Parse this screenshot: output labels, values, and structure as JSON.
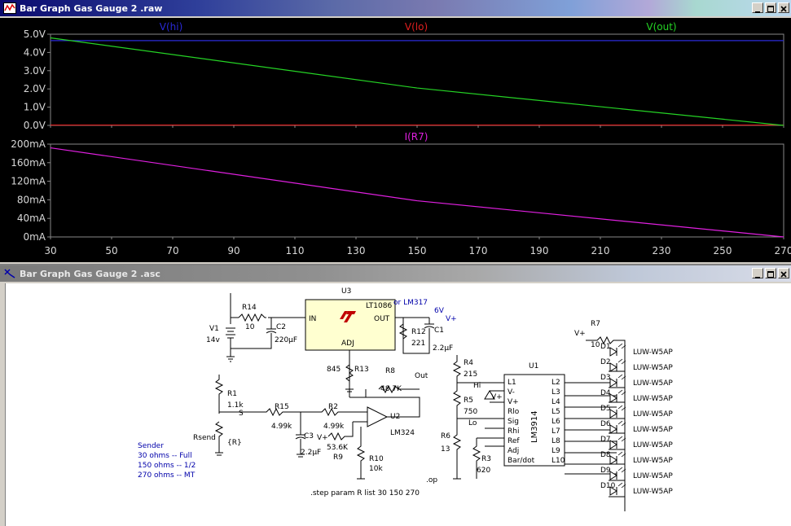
{
  "waveform_window": {
    "title": "Bar Graph Gas Gauge 2 .raw",
    "pane1": {
      "traces": [
        {
          "label": "V(hi)",
          "color": "#2a2ad8"
        },
        {
          "label": "V(lo)",
          "color": "#e01f1f"
        },
        {
          "label": "V(out)",
          "color": "#25d425"
        }
      ],
      "yticks": [
        "5.0V",
        "4.0V",
        "3.0V",
        "2.0V",
        "1.0V",
        "0.0V"
      ]
    },
    "pane2": {
      "traces": [
        {
          "label": "I(R7)",
          "color": "#e020e0"
        }
      ],
      "yticks": [
        "200mA",
        "160mA",
        "120mA",
        "80mA",
        "40mA",
        "0mA"
      ]
    },
    "xticks": [
      "30",
      "50",
      "70",
      "90",
      "110",
      "130",
      "150",
      "170",
      "190",
      "210",
      "230",
      "250",
      "270"
    ]
  },
  "chart_data": [
    {
      "type": "line",
      "title": "",
      "xlabel": "",
      "ylabel": "",
      "xlim": [
        30,
        270
      ],
      "ylim": [
        0,
        5
      ],
      "series": [
        {
          "name": "V(hi)",
          "x": [
            30,
            270
          ],
          "values": [
            4.65,
            4.65
          ]
        },
        {
          "name": "V(lo)",
          "x": [
            30,
            270
          ],
          "values": [
            0.02,
            0.02
          ]
        },
        {
          "name": "V(out)",
          "x": [
            30,
            150,
            270
          ],
          "values": [
            4.8,
            2.05,
            0.0
          ]
        }
      ]
    },
    {
      "type": "line",
      "title": "",
      "xlabel": "",
      "ylabel": "",
      "xlim": [
        30,
        270
      ],
      "ylim": [
        0,
        200
      ],
      "series": [
        {
          "name": "I(R7)",
          "x": [
            30,
            150,
            270
          ],
          "values": [
            192,
            78,
            0
          ]
        }
      ]
    }
  ],
  "schematic_window": {
    "title": "Bar Graph Gas Gauge 2 .asc",
    "labels": {
      "u3": "U3",
      "lt1086": "LT1086",
      "or_lm317": "or LM317",
      "in": "IN",
      "out_pin": "OUT",
      "adj_pin": "ADJ",
      "six_v": "6V",
      "vplus": "V+",
      "r14": "R14",
      "r14v": "10",
      "v1": "V1",
      "v1v": "14v",
      "c2": "C2",
      "c2v": "220µF",
      "r12": "R12",
      "r12v": "221",
      "c1": "C1",
      "c1v": "2.2µF",
      "r13": "R13",
      "r13v": "845",
      "r8": "R8",
      "r8v": "48.7K",
      "out_net": "Out",
      "r1": "R1",
      "r1v": "1.1k",
      "s_net": "S",
      "rsend": "Rsend",
      "rsendv": "{R}",
      "r15": "R15",
      "r15v": "4.99k",
      "r2": "R2",
      "r2v": "4.99k",
      "c3": "C3",
      "c3v": "2.2µF",
      "u2": "U2",
      "lm324": "LM324",
      "vplus2": "V+",
      "r9v": "53.6K",
      "r9": "R9",
      "r10": "R10",
      "r10v": "10k",
      "sender": "Sender",
      "s1": "30 ohms -- Full",
      "s2": "150 ohms -- 1/2",
      "s3": "270 ohms -- MT",
      "op": ".op",
      "step": ".step param R list 30 150 270",
      "r4": "R4",
      "r4v": "215",
      "hi": "Hi",
      "r5": "R5",
      "r5v": "750",
      "lo": "Lo",
      "r6": "R6",
      "r6v": "13",
      "r3": "R3",
      "r3v": "620",
      "u1": "U1",
      "lm3914": "LM3914",
      "r7": "R7",
      "r7v": "10",
      "vplus3": "V+",
      "vplus4": "V+"
    },
    "chip_pins_left": [
      "L1",
      "V-",
      "V+",
      "Rlo",
      "Sig",
      "Rhi",
      "Ref",
      "Adj",
      "Bar/dot"
    ],
    "chip_pins_right": [
      "L2",
      "L3",
      "L4",
      "L5",
      "L6",
      "L7",
      "L8",
      "L9",
      "L10"
    ],
    "diodes": [
      "D1",
      "D2",
      "D3",
      "D4",
      "D5",
      "D6",
      "D7",
      "D8",
      "D9",
      "D10"
    ],
    "led_label": "LUW-W5AP"
  }
}
